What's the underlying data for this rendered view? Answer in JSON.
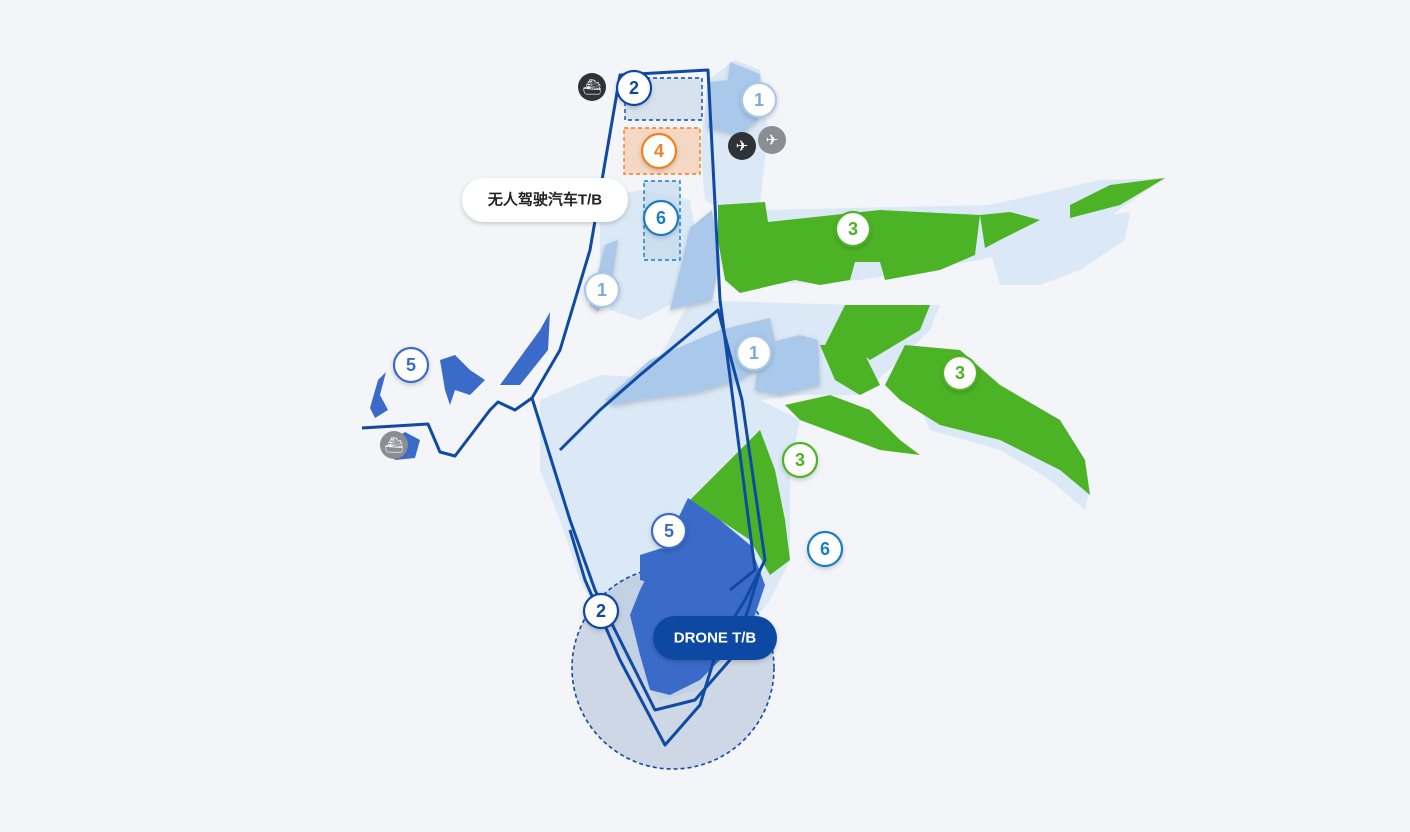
{
  "colors": {
    "background": "#f3f5f9",
    "land_light": "#dbe8f5",
    "zone_light_blue": "#a9c8ea",
    "zone_green": "#4db326",
    "zone_dark_blue": "#3a6bc9",
    "route_blue": "#0f4aa3",
    "orange": "#f08122",
    "cyan": "#1a7cc2",
    "gray_icon": "#8a8d91",
    "dark_icon": "#2f3236"
  },
  "labels": {
    "autonomous_tb": "无人驾驶汽车T/B",
    "drone_tb": "DRONE T/B"
  },
  "markers": {
    "m2_top": "2",
    "m2_bottom": "2",
    "m1_top": "1",
    "m1_left": "1",
    "m1_center": "1",
    "m3_top": "3",
    "m3_right": "3",
    "m3_center": "3",
    "m4": "4",
    "m5_left": "5",
    "m5_bottom": "5",
    "m6_top": "6",
    "m6_right": "6"
  },
  "icons": {
    "ship_top": "ship-icon",
    "ship_left": "ship-icon",
    "plane_dark": "airplane-icon",
    "plane_gray": "airplane-icon"
  }
}
